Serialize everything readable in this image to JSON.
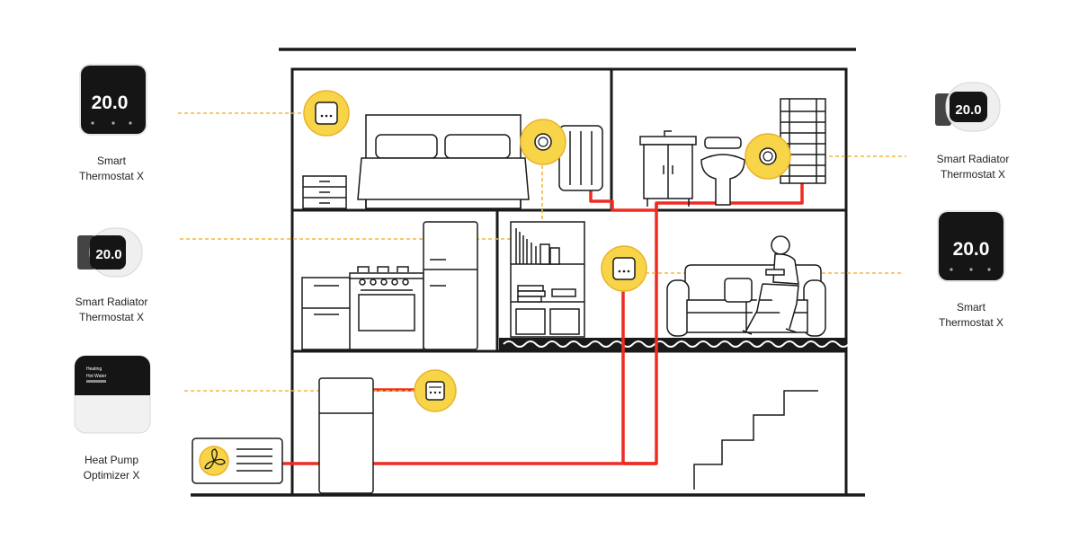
{
  "devices": {
    "left_thermostat": {
      "line1": "Smart",
      "line2": "Thermostat X",
      "display": "20.0"
    },
    "left_radiator": {
      "line1": "Smart Radiator",
      "line2": "Thermostat X",
      "display": "20.0"
    },
    "heat_pump": {
      "line1": "Heat Pump",
      "line2": "Optimizer X",
      "screen_line1": "Heating",
      "screen_line2": "Hot Water"
    },
    "right_radiator": {
      "line1": "Smart Radiator",
      "line2": "Thermostat X",
      "display": "20.0"
    },
    "right_thermostat": {
      "line1": "Smart",
      "line2": "Thermostat X",
      "display": "20.0"
    }
  },
  "colors": {
    "outline": "#1a1a1a",
    "accent_yellow": "#f8d449",
    "accent_yellow_ring": "#e9b42a",
    "dotted_line": "#f2b73b",
    "pipe_red": "#ef2b22",
    "device_dark": "#151515"
  },
  "icons": {
    "room_controller": "ellipsis-box-icon",
    "radiator_valve": "ring-icon",
    "boiler_controller": "boiler-icon",
    "outdoor_unit": "fan-icon"
  }
}
